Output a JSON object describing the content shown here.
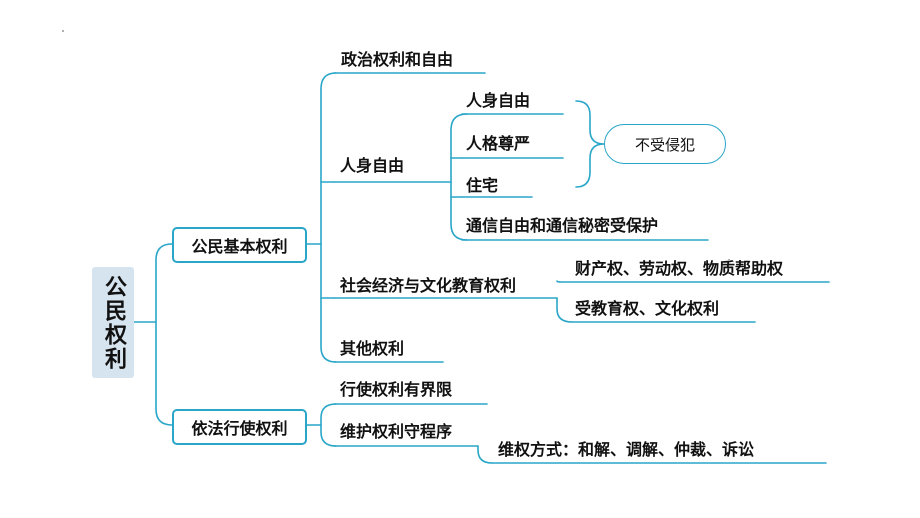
{
  "root": {
    "label": "公民权利"
  },
  "branches": {
    "basic": {
      "label": "公民基本权利",
      "political": {
        "label": "政治权利和自由"
      },
      "personal": {
        "label": "人身自由",
        "items": [
          "人身自由",
          "人格尊严",
          "住宅",
          "通信自由和通信秘密受保护"
        ],
        "note": "不受侵犯"
      },
      "social": {
        "label": "社会经济与文化教育权利",
        "items": [
          "财产权、劳动权、物质帮助权",
          "受教育权、文化权利"
        ]
      },
      "other": {
        "label": "其他权利"
      }
    },
    "lawful": {
      "label": "依法行使权利",
      "limit": {
        "label": "行使权利有界限"
      },
      "procedure": {
        "label": "维护权利守程序",
        "method": "维权方式：和解、调解、仲裁、诉讼"
      }
    }
  },
  "colors": {
    "line": "#29a6c8",
    "root_fill": "#d6e4ef"
  }
}
